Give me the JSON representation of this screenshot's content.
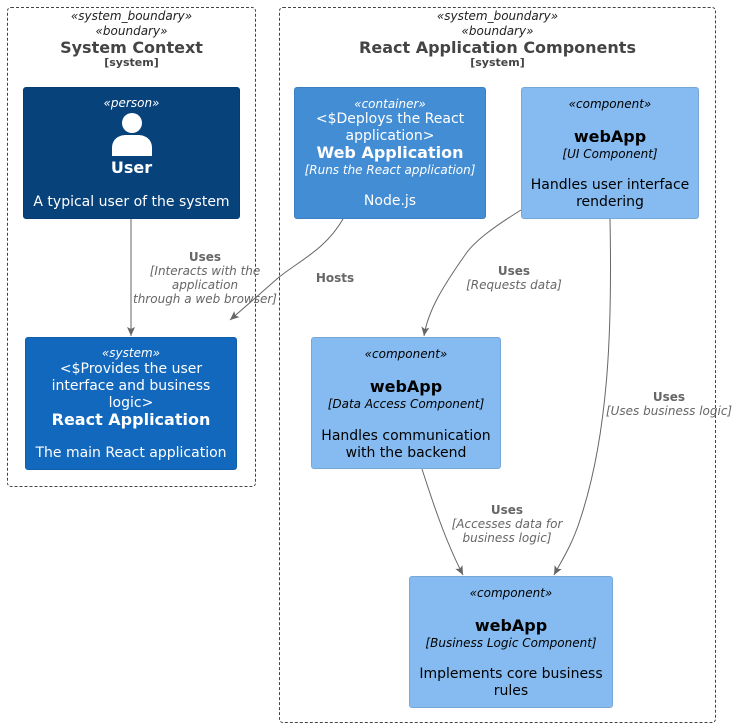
{
  "boundaries": {
    "system_context": {
      "stereotype1": "«system_boundary»",
      "stereotype2": "«boundary»",
      "title": "System Context",
      "type": "[system]"
    },
    "react_components": {
      "stereotype1": "«system_boundary»",
      "stereotype2": "«boundary»",
      "title": "React Application Components",
      "type": "[system]"
    }
  },
  "nodes": {
    "user": {
      "stereotype": "«person»",
      "icon": "person-icon",
      "name": "User",
      "description": "A typical user of the system"
    },
    "react_app": {
      "stereotype": "«system»",
      "prefix_lines": [
        "<$Provides the user",
        "interface and business",
        "logic>"
      ],
      "name": "React Application",
      "description": "The main React application"
    },
    "web_application": {
      "stereotype": "«container»",
      "prefix_lines": [
        "<$Deploys the React",
        "application>"
      ],
      "name": "Web Application",
      "technology": "[Runs the React application]",
      "description": "Node.js"
    },
    "ui_component": {
      "stereotype": "«component»",
      "name": "webApp",
      "technology": "[UI Component]",
      "description_lines": [
        "Handles user interface",
        "rendering"
      ]
    },
    "data_access_component": {
      "stereotype": "«component»",
      "name": "webApp",
      "technology": "[Data Access Component]",
      "description_lines": [
        "Handles communication",
        "with the backend"
      ]
    },
    "business_logic_component": {
      "stereotype": "«component»",
      "name": "webApp",
      "technology": "[Business Logic Component]",
      "description_lines": [
        "Implements core business",
        "rules"
      ]
    }
  },
  "relations": {
    "user_uses": {
      "label": "Uses",
      "technology_lines": [
        "[Interacts with the",
        "application",
        "through a web browser]"
      ]
    },
    "hosts": {
      "label": "Hosts"
    },
    "ui_uses_data": {
      "label": "Uses",
      "technology_lines": [
        "[Requests data]"
      ]
    },
    "ui_uses_logic": {
      "label": "Uses",
      "technology_lines": [
        "[Uses business logic]"
      ]
    },
    "data_uses_logic": {
      "label": "Uses",
      "technology_lines": [
        "[Accesses data for",
        "business logic]"
      ]
    }
  },
  "colors": {
    "person": "#08427b",
    "system": "#1168bd",
    "container": "#438dd5",
    "component": "#85bbf0",
    "arrow": "#666666",
    "boundary": "#444444"
  }
}
